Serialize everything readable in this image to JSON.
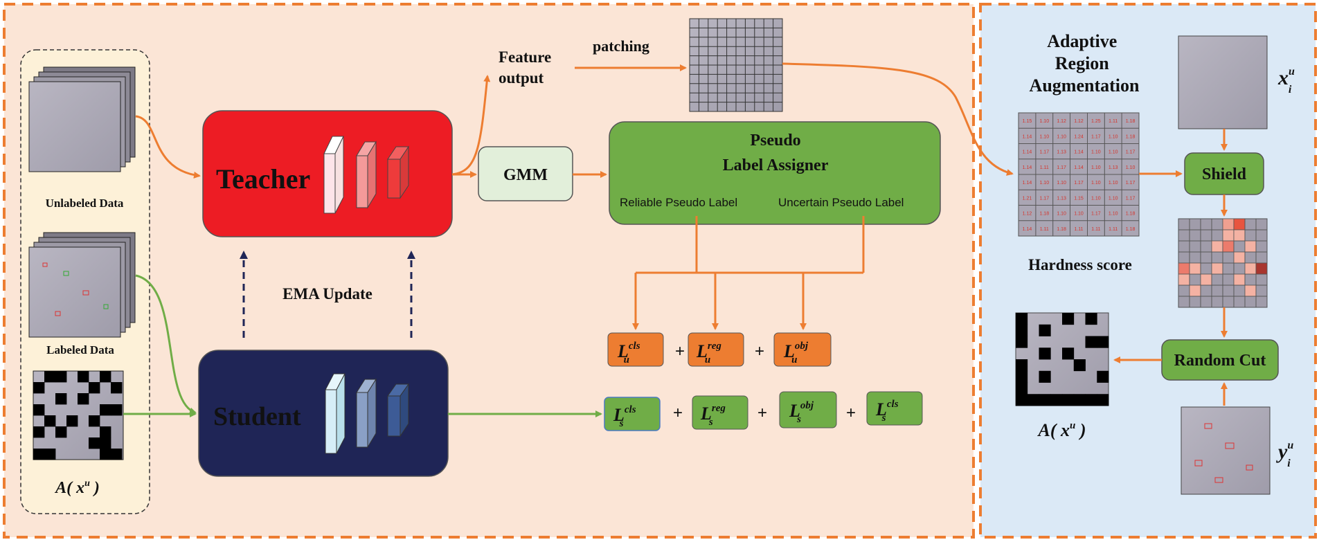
{
  "data_panel": {
    "unlabeled_label": "Unlabeled Data",
    "labeled_label": "Labeled Data",
    "aug_label_prefix": "A",
    "aug_label_var": "x",
    "aug_label_sup": "u"
  },
  "teacher": {
    "label": "Teacher",
    "color": "#ed1c24"
  },
  "student": {
    "label": "Student",
    "color": "#1f2556"
  },
  "ema_label": "EMA Update",
  "feature_output": {
    "line1": "Feature",
    "line2": "output"
  },
  "patching_label": "patching",
  "gmm_label": "GMM",
  "assigner": {
    "title_line1": "Pseudo",
    "title_line2": "Label Assigner",
    "reliable": "Reliable Pseudo Label",
    "uncertain": "Uncertain Pseudo Label",
    "color": "#70ad47"
  },
  "unsup_losses": [
    {
      "base": "L",
      "sub": "u",
      "sup": "cls"
    },
    {
      "base": "L",
      "sub": "u",
      "sup": "reg"
    },
    {
      "base": "L",
      "sub": "u",
      "sup": "obj"
    }
  ],
  "sup_losses": [
    {
      "base": "L",
      "sub": "s",
      "sup": "cls"
    },
    {
      "base": "L",
      "sub": "s",
      "sup": "reg"
    },
    {
      "base": "L",
      "sub": "s",
      "sup": "obj"
    },
    {
      "base": "L",
      "sub": "s",
      "sup": "cls"
    }
  ],
  "plus_sign": "+",
  "right_panel": {
    "title_line1": "Adaptive",
    "title_line2": "Region",
    "title_line3": "Augmentation",
    "hardness_label": "Hardness score",
    "shield_label": "Shield",
    "random_cut_label": "Random Cut",
    "x_label": {
      "var": "x",
      "sub": "i",
      "sup": "u"
    },
    "y_label": {
      "var": "y",
      "sub": "i",
      "sup": "u"
    },
    "aug_label": {
      "prefix": "A",
      "var": "x",
      "sup": "u"
    }
  },
  "hardness_values": [
    [
      "1.15",
      "1.10",
      "1.12",
      "1.12",
      "1.25",
      "1.11",
      "1.18"
    ],
    [
      "1.14",
      "1.10",
      "1.10",
      "1.24",
      "1.17",
      "1.10",
      "1.18"
    ],
    [
      "1.14",
      "1.17",
      "1.13",
      "1.14",
      "1.10",
      "1.10",
      "1.17"
    ],
    [
      "1.14",
      "1.11",
      "1.17",
      "1.14",
      "1.10",
      "1.13",
      "1.10"
    ],
    [
      "1.14",
      "1.10",
      "1.10",
      "1.17",
      "1.10",
      "1.10",
      "1.17"
    ],
    [
      "1.21",
      "1.17",
      "1.13",
      "1.15",
      "1.10",
      "1.10",
      "1.17"
    ],
    [
      "1.12",
      "1.18",
      "1.10",
      "1.10",
      "1.17",
      "1.10",
      "1.18"
    ],
    [
      "1.14",
      "1.11",
      "1.18",
      "1.11",
      "1.11",
      "1.11",
      "1.18"
    ]
  ],
  "colors": {
    "orange": "#ed7d31",
    "green": "#70ad47",
    "left_bg": "#fbe5d6",
    "right_bg": "#dbe9f6",
    "gmm_fill": "#e2efda",
    "dash_navy": "#1f2556"
  }
}
